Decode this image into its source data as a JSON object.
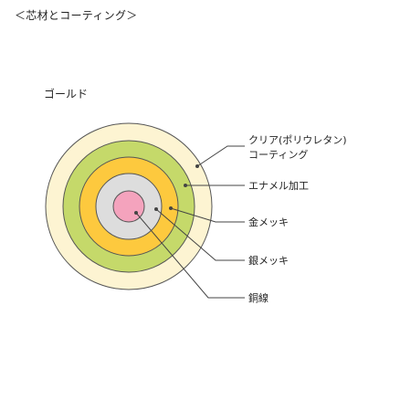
{
  "heading": "＜芯材とコーティング＞",
  "variant": "ゴールド",
  "colors": {
    "outline": "#555555",
    "clear_coating": "#fdf4d2",
    "enamel": "#c5d96a",
    "gold_plating": "#fdc93e",
    "silver_plating": "#dddddd",
    "copper_wire": "#f4a3bd",
    "leader": "#444444"
  },
  "layers": [
    {
      "id": "clear-coating",
      "label_lines": [
        "クリア(ポリウレタン)",
        "コーティング"
      ]
    },
    {
      "id": "enamel",
      "label_lines": [
        "エナメル加工"
      ]
    },
    {
      "id": "gold-plating",
      "label_lines": [
        "金メッキ"
      ]
    },
    {
      "id": "silver-plating",
      "label_lines": [
        "銀メッキ"
      ]
    },
    {
      "id": "copper-wire",
      "label_lines": [
        "銅線"
      ]
    }
  ]
}
